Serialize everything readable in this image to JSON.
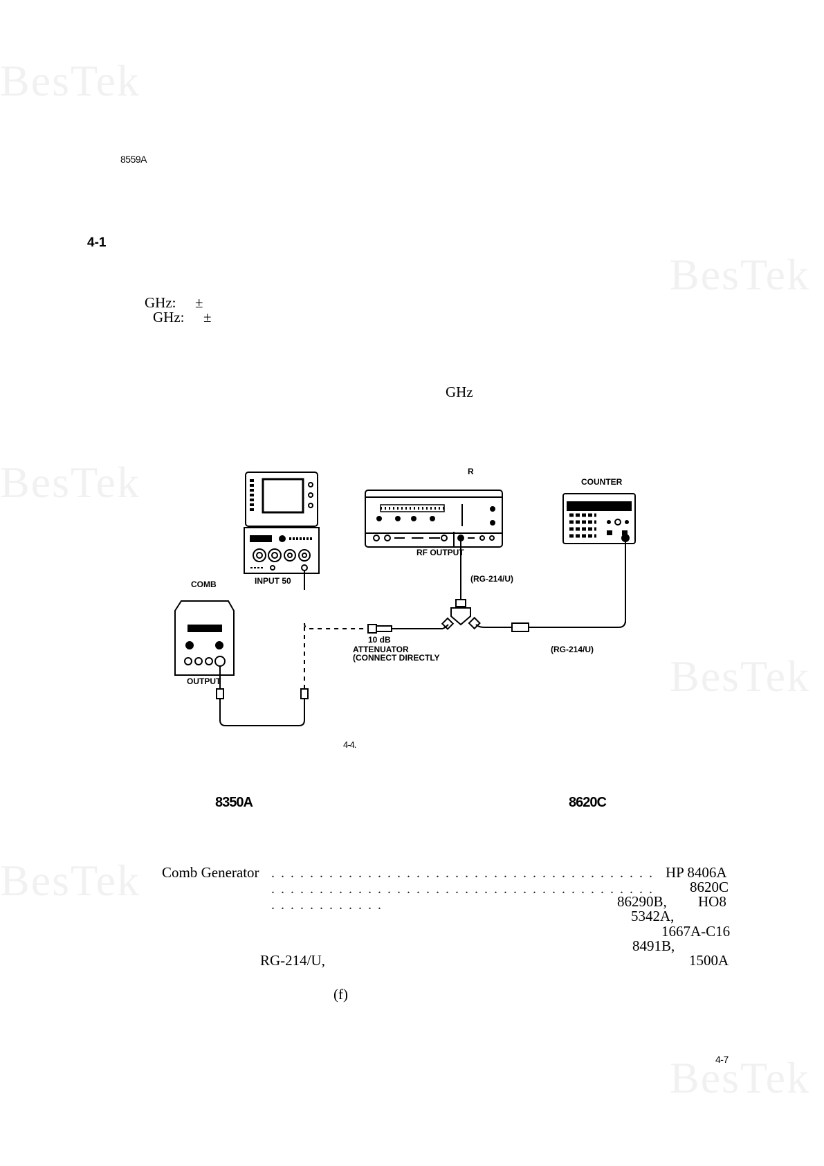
{
  "watermark": "BesTek",
  "header": {
    "model": "8559A"
  },
  "section": {
    "number": "4-1"
  },
  "spec_lines": [
    {
      "unit": "GHz:",
      "symbol": "±"
    },
    {
      "unit": "GHz:",
      "symbol": "±"
    }
  ],
  "body_ghz": "GHz",
  "figure": {
    "sweeper_label": "R",
    "counter_label": "COUNTER",
    "comb_label": "COMB",
    "input_label": "INPUT 50",
    "rf_output_label": "RF OUTPUT",
    "comb_output_label": "OUTPUT",
    "cable1": "(RG-214/U)",
    "cable2": "(RG-214/U)",
    "attenuator_value": "10 dB",
    "attenuator_label": "ATTENUATOR",
    "connect_note": "(CONNECT DIRECTLY",
    "caption": "4-4."
  },
  "models": {
    "left": "8350A",
    "right": "8620C"
  },
  "equipment_list": {
    "item1_name": "Comb Generator",
    "item1_model": "HP 8406A",
    "right_col": [
      "8620C",
      "86290B,",
      "HO8",
      "5342A,",
      "1667A-C16",
      "8491B,",
      "1500A"
    ],
    "cable": "RG-214/U,",
    "note": "(f)"
  },
  "footer": {
    "page_number": "4-7"
  }
}
